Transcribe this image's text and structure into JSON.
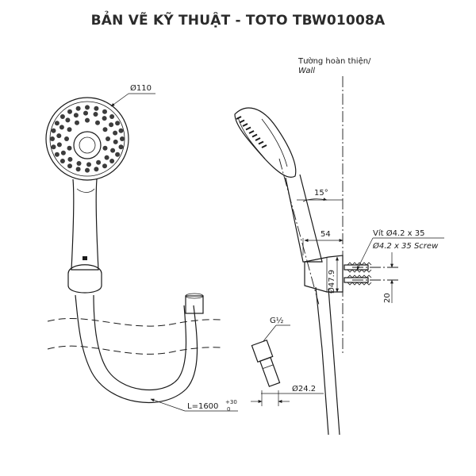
{
  "title": "BẢN VẼ KỸ THUẬT - TOTO TBW01008A",
  "dimensions": {
    "head_diameter": "Ø110",
    "hose_length": "L=1600",
    "hose_tolerance_upper": "+30",
    "hose_tolerance_lower": "0",
    "thread": "G½",
    "connector_diameter": "Ø24.2",
    "angle": "15°",
    "offset": "54",
    "bracket_diameter": "Ø47.9",
    "screw_spacing": "20"
  },
  "wall": {
    "label_vi": "Tường hoàn thiện/",
    "label_en": "Wall"
  },
  "screw": {
    "label_vi": "Vít Ø4.2 x 35",
    "label_en": "Ø4.2 x 35 Screw"
  }
}
